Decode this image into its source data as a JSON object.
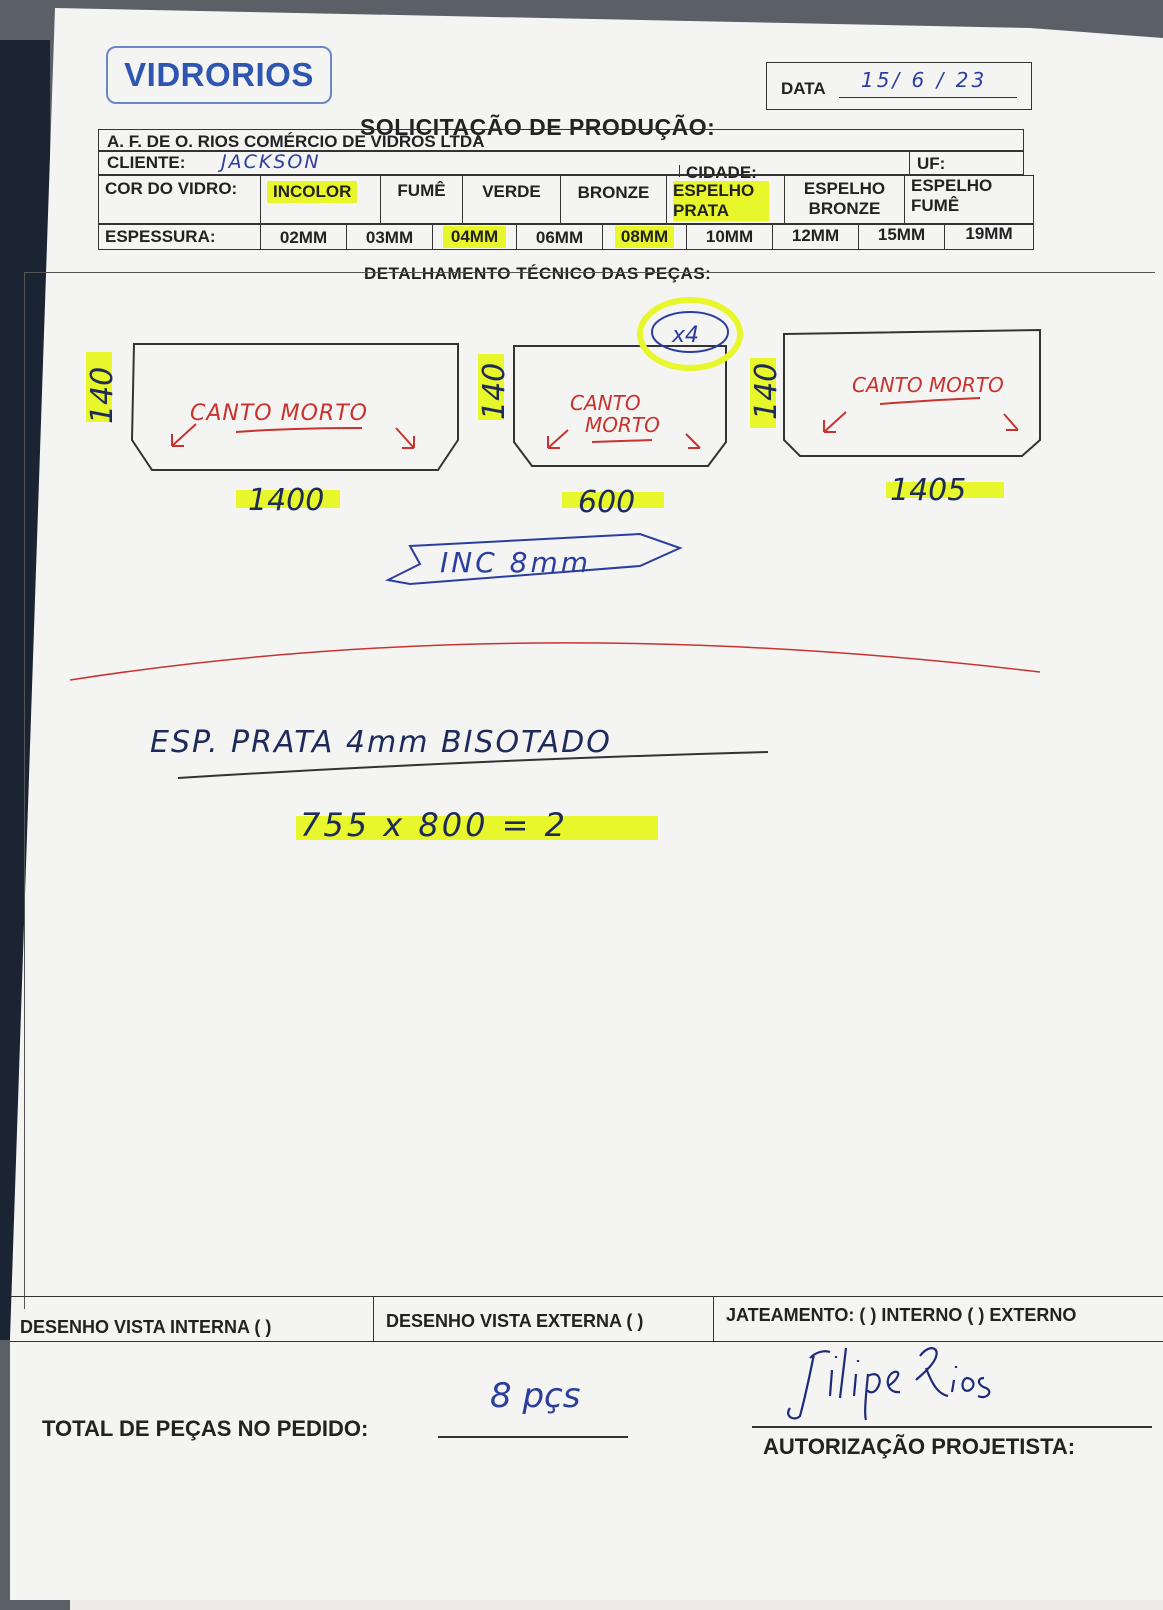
{
  "header": {
    "logo": "VIDRORIOS",
    "date_label": "DATA",
    "date_value": "15/ 6 / 23",
    "title": "SOLICITAÇÃO DE PRODUÇÃO:",
    "company": "A. F. DE O. RIOS COMÉRCIO DE VIDROS LTDA",
    "client_label": "CLIENTE:",
    "client_value": "JACKSON",
    "city_label": "CIDADE:",
    "uf_label": "UF:"
  },
  "glass_color": {
    "label": "COR DO VIDRO:",
    "options": [
      {
        "label": "INCOLOR",
        "highlighted": true
      },
      {
        "label": "FUMÊ",
        "highlighted": false
      },
      {
        "label": "VERDE",
        "highlighted": false
      },
      {
        "label": "BRONZE",
        "highlighted": false
      },
      {
        "label": "ESPELHO PRATA",
        "highlighted": true
      },
      {
        "label": "ESPELHO BRONZE",
        "highlighted": false
      },
      {
        "label": "ESPELHO FUMÊ",
        "highlighted": false
      }
    ]
  },
  "thickness": {
    "label": "ESPESSURA:",
    "options": [
      {
        "label": "02MM",
        "highlighted": false
      },
      {
        "label": "03MM",
        "highlighted": false
      },
      {
        "label": "04MM",
        "highlighted": true
      },
      {
        "label": "06MM",
        "highlighted": false
      },
      {
        "label": "08MM",
        "highlighted": true
      },
      {
        "label": "10MM",
        "highlighted": false
      },
      {
        "label": "12MM",
        "highlighted": false
      },
      {
        "label": "15MM",
        "highlighted": false
      },
      {
        "label": "19MM",
        "highlighted": false
      }
    ]
  },
  "detail": {
    "title": "DETALHAMENTO TÉCNICO DAS PEÇAS:",
    "pieces": [
      {
        "height": "140",
        "width": "1400",
        "note": "CANTO MORTO"
      },
      {
        "height": "140",
        "width": "600",
        "note_line1": "CANTO",
        "note_line2": "MORTO",
        "quantity": "x4"
      },
      {
        "height": "140",
        "width": "1405",
        "note": "CANTO MORTO"
      }
    ],
    "material_note": "INC 8mm",
    "mirror_note": "ESP. PRATA 4mm BISOTADO",
    "mirror_measure": "755 x 800 = 2"
  },
  "footer": {
    "internal_view": "DESENHO VISTA INTERNA ( )",
    "external_view": "DESENHO VISTA EXTERNA ( )",
    "sandblasting": "JATEAMENTO: ( ) INTERNO ( ) EXTERNO",
    "total_label": "TOTAL DE PEÇAS NO PEDIDO:",
    "total_value": "8 pçs",
    "authorization_label": "AUTORIZAÇÃO PROJETISTA:"
  },
  "colors": {
    "highlight": "#e8f62c",
    "blue_ink": "#2b3ea0",
    "red_ink": "#c8332f"
  }
}
